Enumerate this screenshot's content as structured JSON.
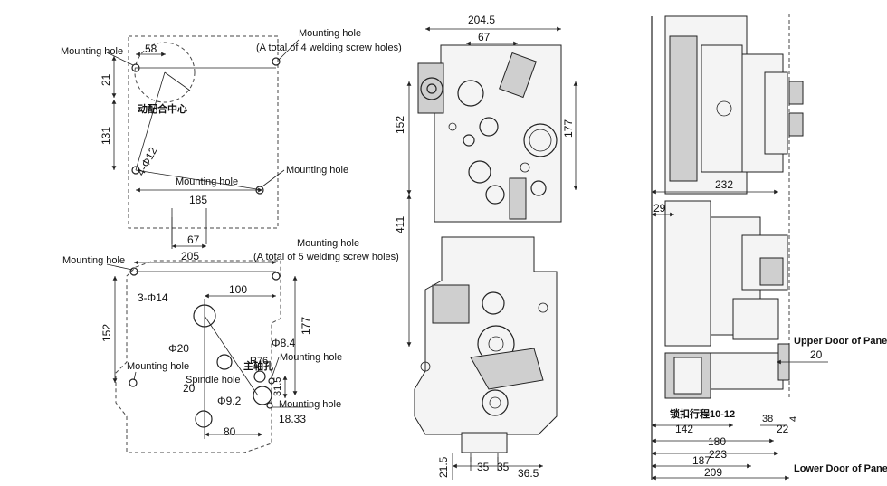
{
  "top_panel": {
    "mounting_hole_left": "Mounting hole",
    "mounting_hole_right_line1": "Mounting hole",
    "mounting_hole_right_line2": "(A total of 4 welding screw holes)",
    "mounting_hole_lower_mid": "Mounting hole",
    "mounting_hole_lower_right": "Mounting hole",
    "dim_58": "58",
    "dim_21": "21",
    "dim_131": "131",
    "dim_185": "185",
    "hole_spec": "4-Φ12",
    "center_note": "动配合中心"
  },
  "bottom_panel": {
    "mounting_hole_left": "Mounting hole",
    "mounting_hole_right_line1": "Mounting hole",
    "mounting_hole_right_line2": "(A total of 5 welding screw holes)",
    "mounting_hole_left_lower": "Mounting hole",
    "mounting_hole_right_mid": "Mounting hole",
    "mounting_hole_right_low": "Mounting hole",
    "spindle_hole": "Spindle hole",
    "spindle_cn": "主轴孔",
    "dim_67": "67",
    "dim_205": "205",
    "dim_100": "100",
    "dim_152": "152",
    "dim_177": "177",
    "hole_spec": "3-Φ14",
    "dia_20": "Φ20",
    "dia_8_4": "Φ8.4",
    "dia_9_2": "Φ9.2",
    "r76": "R76",
    "dim_20": "20",
    "dim_31_5": "31.5",
    "dim_18_33": "18.33",
    "dim_80": "80"
  },
  "front_view": {
    "dim_204_5": "204.5",
    "dim_67": "67",
    "dim_152": "152",
    "dim_177": "177",
    "dim_411": "411",
    "dim_21_5": "21.5",
    "dim_35a": "35",
    "dim_35b": "35",
    "dim_36_5": "36.5"
  },
  "side_view": {
    "dim_232": "232",
    "dim_29": "29",
    "dim_20": "20",
    "dim_38": "38",
    "dim_4": "4",
    "dim_142": "142",
    "dim_22": "22",
    "dim_180": "180",
    "dim_223": "223",
    "dim_187": "187",
    "dim_209": "209",
    "lock_travel": "锁扣行程10-12",
    "upper_door": "Upper Door of Panel",
    "lower_door": "Lower Door of Panel"
  }
}
